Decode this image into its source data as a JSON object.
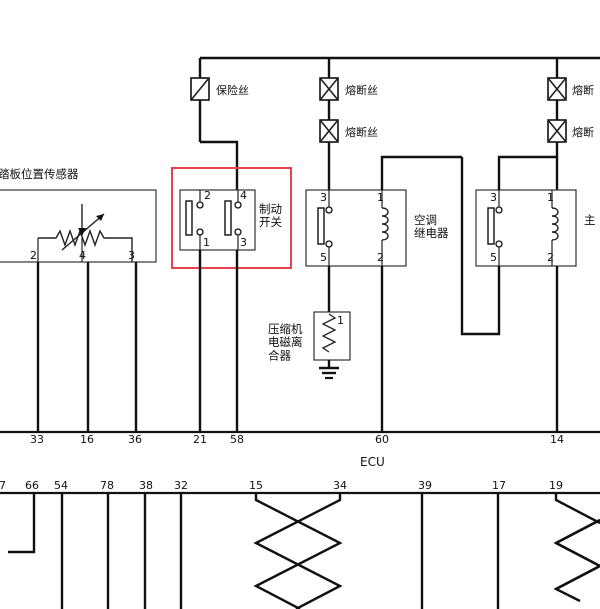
{
  "colors": {
    "line": "#111111",
    "highlight": "#e8434b",
    "background": "#ffffff"
  },
  "labels": {
    "pedal_sensor": "踏板位置传感器",
    "fuse1": "保险丝",
    "fuse2": "熔断丝",
    "fuse3": "熔断丝",
    "fuse4": "熔断",
    "fuse5": "熔断",
    "brake_switch": "制动\n开关",
    "ac_relay": "空调\n继电器",
    "main_relay": "主",
    "compressor": "压缩机\n电磁离\n合器",
    "ecu": "ECU"
  },
  "sensor_pins": [
    "2",
    "4",
    "3"
  ],
  "brake_pins": [
    "2",
    "4",
    "1",
    "3"
  ],
  "ac_relay_pins": [
    "3",
    "1",
    "5",
    "2"
  ],
  "main_relay_pins": [
    "3",
    "1",
    "5",
    "2"
  ],
  "compressor_pin": "1",
  "ecu_top_pins": [
    "33",
    "16",
    "36",
    "21",
    "58",
    "60",
    "14"
  ],
  "ecu_bottom_pins": [
    "7",
    "66",
    "54",
    "78",
    "38",
    "32",
    "15",
    "34",
    "39",
    "17",
    "19"
  ]
}
